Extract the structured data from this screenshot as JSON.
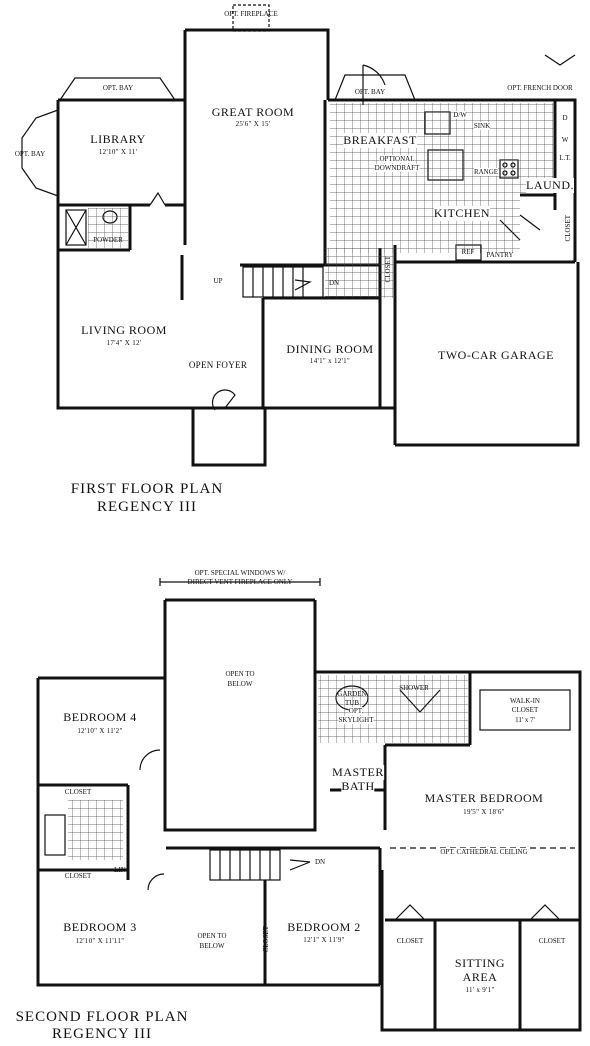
{
  "first_floor": {
    "caption_line1": "FIRST FLOOR PLAN",
    "caption_line2": "REGENCY III",
    "opt_fireplace": "OPT. FIREPLACE",
    "opt_bay_left_top": "OPT. BAY",
    "opt_bay_left_side": "OPT. BAY",
    "opt_bay_right": "OPT. BAY",
    "opt_french_door": "OPT. FRENCH DOOR",
    "library": {
      "name": "LIBRARY",
      "dim": "12'10\" X 11'"
    },
    "great_room": {
      "name": "GREAT ROOM",
      "dim": "25'6\" X 15'"
    },
    "breakfast": "BREAKFAST",
    "optional_downdraft_1": "OPTIONAL",
    "optional_downdraft_2": "DOWNDRAFT",
    "dw": "D/W",
    "sink": "SINK",
    "range": "RANGE",
    "kitchen": "KITCHEN",
    "laund": "LAUND.",
    "d": "D",
    "w": "W",
    "lt": "L.T.",
    "closet_laund": "CLOSET",
    "ref": "REF",
    "pantry": "PANTRY",
    "powder": "POWDER",
    "up": "UP",
    "dn": "DN",
    "closet_stair": "CLOSET",
    "living_room": {
      "name": "LIVING ROOM",
      "dim": "17'4\" X 12'"
    },
    "dining_room": {
      "name": "DINING ROOM",
      "dim": "14'1\" x 12'1\""
    },
    "open_foyer": "OPEN FOYER",
    "garage": "TWO-CAR GARAGE"
  },
  "second_floor": {
    "caption_line1": "SECOND FLOOR PLAN",
    "caption_line2": "REGENCY III",
    "opt_windows_1": "OPT. SPECIAL WINDOWS W/",
    "opt_windows_2": "DIRECT VENT FIREPLACE ONLY",
    "open_to_below_top_1": "OPEN TO",
    "open_to_below_top_2": "BELOW",
    "bedroom4": {
      "name": "BEDROOM 4",
      "dim": "12'10\" X 11'2\""
    },
    "garden_tub_1": "GARDEN",
    "garden_tub_2": "TUB",
    "shower": "SHOWER",
    "walk_in_1": "WALK-IN",
    "walk_in_2": "CLOSET",
    "walk_in_dim": "11' x 7'",
    "opt_skylight_1": "OPT.",
    "opt_skylight_2": "SKYLIGHT",
    "master_bath_1": "MASTER",
    "master_bath_2": "BATH",
    "master_bedroom": {
      "name": "MASTER BEDROOM",
      "dim": "19'5\" X 18'6\""
    },
    "opt_cathedral": "OPT. CATHEDRAL CEILING",
    "closet_b4": "CLOSET",
    "closet_b3": "CLOSET",
    "lin": "LIN",
    "dn": "DN",
    "bedroom3": {
      "name": "BEDROOM 3",
      "dim": "12'10\" X 11'11\""
    },
    "open_to_below_mid_1": "OPEN TO",
    "open_to_below_mid_2": "BELOW",
    "closet_b2": "CLOSET",
    "bedroom2": {
      "name": "BEDROOM 2",
      "dim": "12'1\" X 11'9\""
    },
    "closet_sit_left": "CLOSET",
    "closet_sit_right": "CLOSET",
    "sitting_area": {
      "name_1": "SITTING",
      "name_2": "AREA",
      "dim": "11' x 9'1\""
    }
  }
}
